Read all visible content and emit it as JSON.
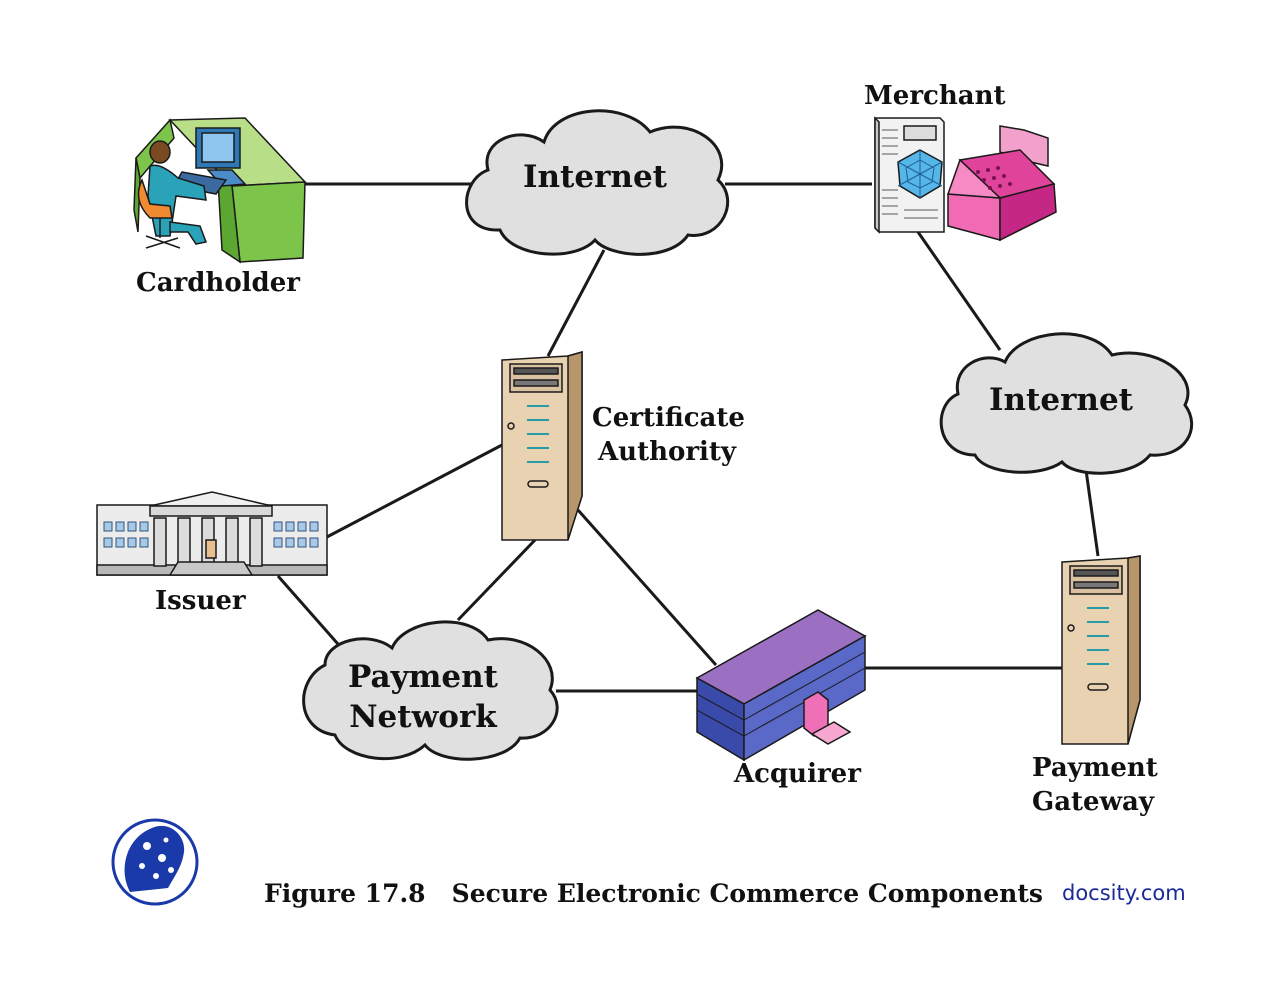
{
  "nodes": {
    "cardholder": "Cardholder",
    "merchant": "Merchant",
    "internet_top": "Internet",
    "internet_right": "Internet",
    "certificate_authority_line1": "Certificate",
    "certificate_authority_line2": "Authority",
    "issuer": "Issuer",
    "payment_network_line1": "Payment",
    "payment_network_line2": "Network",
    "acquirer": "Acquirer",
    "payment_gateway_line1": "Payment",
    "payment_gateway_line2": "Gateway"
  },
  "caption": "Figure 17.8   Secure Electronic Commerce Components",
  "watermark": "docsity.com",
  "colors": {
    "line": "#1a1a1a",
    "cloud_fill": "#e0e0e0",
    "server_fill": "#e8d2b2",
    "desk_green": "#7cc44a",
    "register_pink": "#e0449a",
    "acquirer_purple": "#9b6fc2",
    "logo_blue": "#1a3aaa"
  }
}
